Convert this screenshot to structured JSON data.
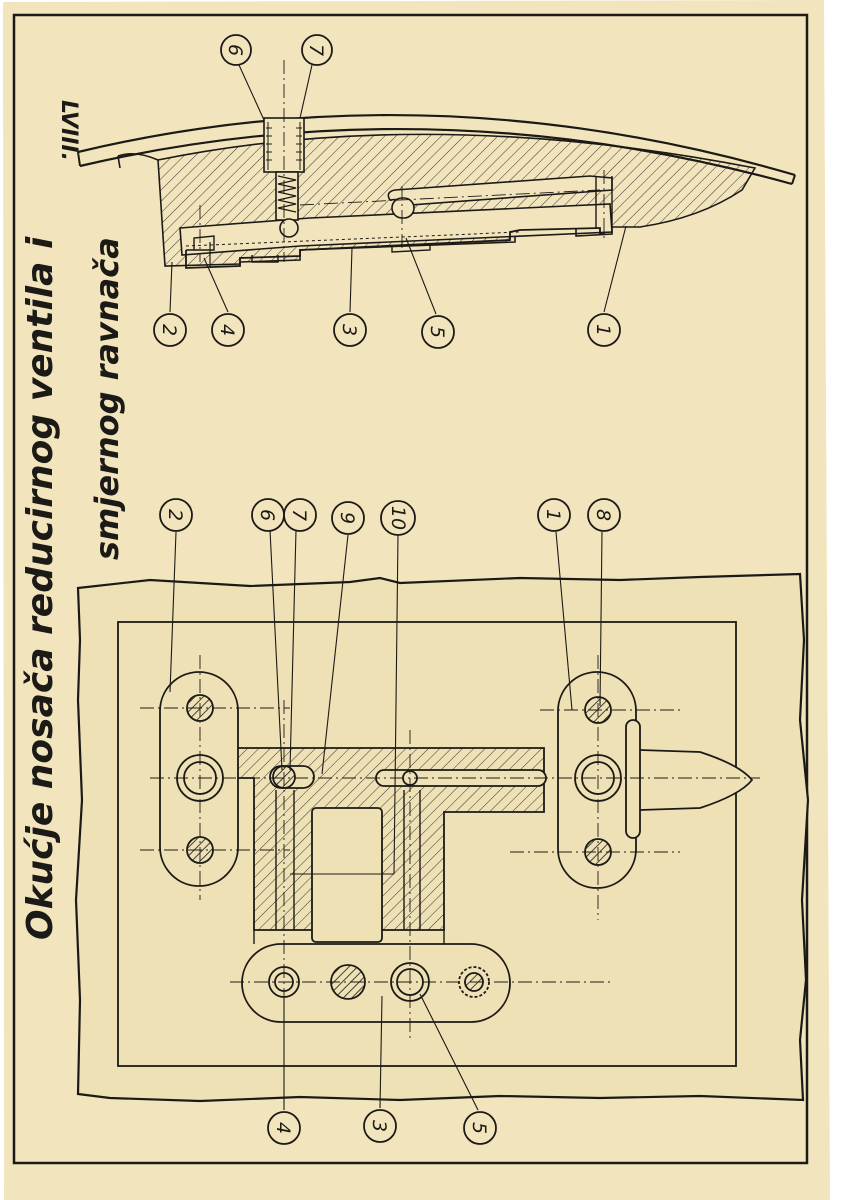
{
  "plate_number": "LVIII.",
  "title": {
    "line1": "Okućje nosača reducirnog ventila i",
    "line2": "smjernog ravnača"
  },
  "top_view_callouts": [
    "6",
    "7",
    "2",
    "4",
    "3",
    "5",
    "1"
  ],
  "plan_view_callouts": {
    "upper": [
      "2",
      "6",
      "7",
      "9",
      "10",
      "1",
      "8"
    ],
    "lower": [
      "4",
      "3",
      "5"
    ]
  },
  "colors": {
    "paper": "#f2e5bd",
    "ink": "#1c1a16",
    "hatch": "#3a3630",
    "board": "#efe1b6"
  }
}
